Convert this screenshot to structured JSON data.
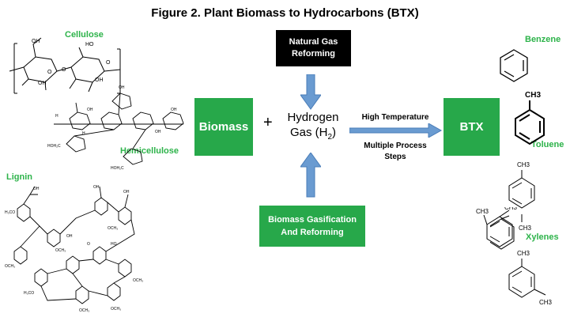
{
  "title": "Figure 2. Plant Biomass to Hydrocarbons (BTX)",
  "feedstocks": {
    "cellulose": "Cellulose",
    "hemicellulose": "Hemicellulose",
    "lignin": "Lignin"
  },
  "process": {
    "natural_gas_line1": "Natural Gas",
    "natural_gas_line2": "Reforming",
    "biomass": "Biomass",
    "plus": "+",
    "hydrogen_line1": "Hydrogen",
    "hydrogen_line2": "Gas (H",
    "hydrogen_sub": "2",
    "hydrogen_close": ")",
    "high_temperature": "High Temperature",
    "multiple_line1": "Multiple Process",
    "multiple_line2": "Steps",
    "btx": "BTX",
    "gasification_line1": "Biomass Gasification",
    "gasification_line2": "And Reforming"
  },
  "products": {
    "benzene": "Benzene",
    "toluene": "Toluene",
    "xylenes": "Xylenes",
    "methyl": "CH3"
  },
  "colors": {
    "green_box": "#27a84a",
    "green_text": "#2db34a",
    "arrow_blue": "#6a9bd1",
    "black_box": "#000000"
  }
}
